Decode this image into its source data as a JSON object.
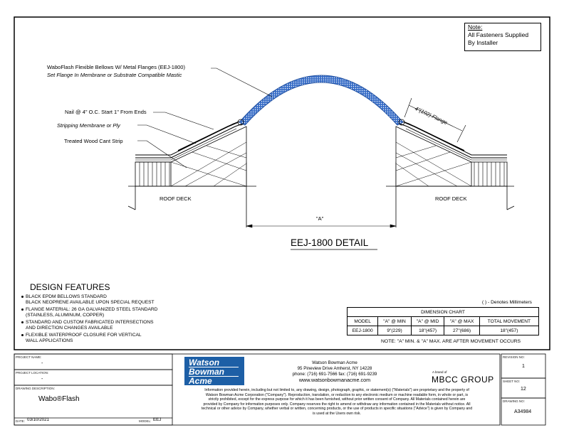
{
  "note": {
    "line1": "Note:",
    "line2": "All Fasteners Supplied",
    "line3": "By Installer"
  },
  "callouts": {
    "bellows": "WaboFlash Flexible Bellows W/ Metal Flanges (EEJ-1800)",
    "mastic": "Set Flange In Membrane or Substrate Compatible Mastic",
    "nail": "Nail @ 4\" O.C. Start 1\" From Ends",
    "stripping": "Stripping Membrane or Ply",
    "cant": "Treated Wood Cant Strip",
    "flange": "4\"(102) Flange",
    "roof_deck_left": "ROOF DECK",
    "roof_deck_right": "ROOF DECK",
    "dimension_a": "\"A\""
  },
  "detail_title": "EEJ-1800 DETAIL",
  "design_features": {
    "title": "DESIGN FEATURES",
    "items": [
      {
        "line1": "BLACK EPDM BELLOWS STANDARD",
        "line2": "BLACK NEOPRENE AVAILABLE UPON SPECIAL REQUEST"
      },
      {
        "line1": "FLANGE MATERIAL: 26 GA GALVANIZED STEEL STANDARD",
        "line2": "(STAINLESS, ALUMINUM, COPPER)"
      },
      {
        "line1": "STANDARD AND CUSTOM FABRICATED INTERSECTIONS",
        "line2": "AND DIRECTION CHANGES AVAILABLE"
      },
      {
        "line1": "FLEXIBLE WATERPROOF CLOSURE FOR VERTICAL",
        "line2": "WALL APPLICATIONS"
      }
    ]
  },
  "chart_data": {
    "type": "table",
    "mm_note": "( ) - Denotes Millimeters",
    "title": "DIMENSION CHART",
    "headers": [
      "MODEL",
      "\"A\" @ MIN",
      "\"A\" @ MID",
      "\"A\" @ MAX",
      "TOTAL MOVEMENT"
    ],
    "rows": [
      [
        "EEJ-1800",
        "9\"(229)",
        "18\"(457)",
        "27\"(686)",
        "18\"(457)"
      ]
    ],
    "footnote": "NOTE: \"A\" MIN. & \"A\" MAX. ARE AFTER MOVEMENT OCCURS"
  },
  "title_block": {
    "project_name_label": "PROJECT NAME:",
    "project_name": "-",
    "project_location_label": "PROJECT LOCATION:",
    "project_location": "-",
    "drawing_description_label": "DRAWING DESCRIPTION:",
    "drawing_description": "Wabo®Flash",
    "date_label": "DATE:",
    "date": "03/10/2021",
    "model_label": "MODEL:",
    "model": "EEJ",
    "logo_line1": "Watson",
    "logo_line2": "Bowman",
    "logo_line3": "Acme",
    "company_name": "Watson Bowman Acme",
    "company_address": "95 Pineview Drive Amherst, NY 14228",
    "company_phone": "phone: (716) 691-7566  fax: (716) 691-9239",
    "company_web": "www.watsonbowmanacme.com",
    "group_prefix": "A brand of",
    "group_name": "MBCC GROUP",
    "disclaimer": [
      "Information provided herein, including but not limited to, any drawing, design, photograph, graphic, or statement(s) (\"Materials\") are proprietary and the property of",
      "Watson Bowman Acme Corporation (\"Company\"). Reproduction, translation, or reduction to any electronic medium or machine readable form, in whole or part, is",
      "strictly prohibited, except for the express purpose for which it has been furnished, without prior written consent of Company. All Materials contained herein are",
      "provided by Company for information purposes only. Company reserves the right to amend or withdraw any information contained in the Materials without notice. All",
      "technical or other advice by Company, whether verbal or written, concerning products, or the use of products in specific situations (\"Advice\") is given by Company and",
      "is used at the Users own risk."
    ],
    "revision_label": "REVISION NO:",
    "revision": "1",
    "sheet_label": "SHEET NO:",
    "sheet": "12",
    "drawing_no_label": "DRAWING NO:",
    "drawing_no": "A34984"
  }
}
